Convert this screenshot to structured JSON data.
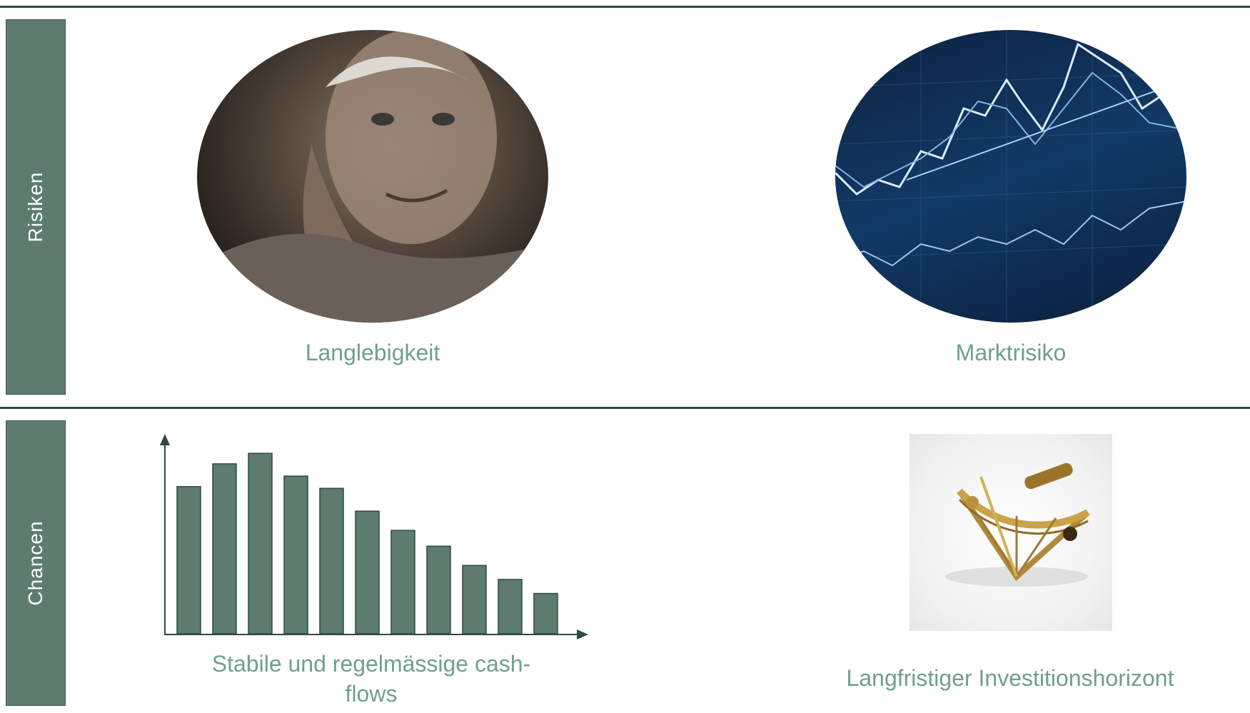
{
  "sections": {
    "risks_label": "Risiken",
    "chances_label": "Chancen"
  },
  "risks": {
    "item1": {
      "caption": "Langlebigkeit",
      "image": "elderly-man-photo"
    },
    "item2": {
      "caption": "Marktrisiko",
      "image": "stock-chart-photo"
    }
  },
  "chances": {
    "item1": {
      "caption_line1": "Stabile und regelmässige cash-",
      "caption_line2": "flows",
      "image": "bar-chart-graphic"
    },
    "item2": {
      "caption": "Langfristiger Investitionshorizont",
      "image": "sextant-photo"
    }
  },
  "colors": {
    "accent": "#5e7b70",
    "line": "#2c4a40",
    "caption": "#6fa08c"
  },
  "chart_data": {
    "type": "bar",
    "values": [
      84,
      97,
      103,
      90,
      83,
      70,
      59,
      50,
      39,
      31,
      23
    ],
    "ylim": [
      0,
      110
    ]
  }
}
